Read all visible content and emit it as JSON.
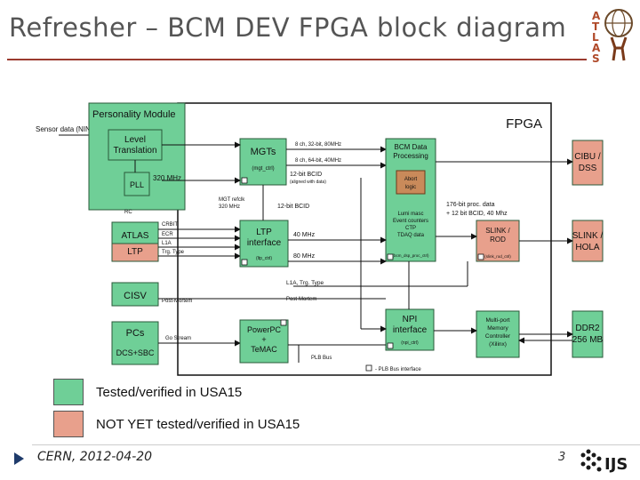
{
  "slide": {
    "title": "Refresher – BCM DEV FPGA block diagram",
    "footer": "CERN, 2012-04-20",
    "page_number": "3",
    "logo_atlas": "ATLAS",
    "logo_ijs": "IJS"
  },
  "colors": {
    "green": "#6fcf97",
    "salmon": "#e8a08c",
    "title_rule": "#9b3a2f"
  },
  "legend": {
    "tested": "Tested/verified in USA15",
    "not_tested": "NOT YET tested/verified in USA15"
  },
  "diagram": {
    "fpga_label": "FPGA",
    "sensor": "Sensor data (NINO)",
    "personality": "Personality Module",
    "level1": "Level",
    "level2": "Translation",
    "pll": "PLL",
    "mhz320": "320 MHz",
    "rc": "RC",
    "mgts": "MGTs",
    "mgt_ctrl": "(mgt_ctrl)",
    "ch8": "8 ch, 32-bit, 80MHz",
    "ch8b": "8 ch, 64-bit, 40MHz",
    "bcid12": "12-bit BCID",
    "signed": "(aligned with data)",
    "mgt_refclk": "MGT refclk",
    "mgt_refclk2": "320 MHz",
    "bcid12b": "12-bit BCID",
    "bcm_data1": "BCM Data",
    "bcm_data2": "Processing",
    "abort1": "Abort",
    "abort2": "logic",
    "lumi1": "Lumi masc",
    "lumi2": "Event counters",
    "lumi3": "CTP",
    "lumi4": "TDAQ data",
    "bcm_ctrl": "(bcm_dsp_proc_ctrl)",
    "proc176": "176-bit proc. data",
    "proc176b": "+ 12 bit BCID, 40 Mhz",
    "cibu1": "CIBU /",
    "cibu2": "DSS",
    "slinkrod1": "SLINK /",
    "slinkrod2": "ROD",
    "slinkrod3": "(slink_rod_ctrl)",
    "slinkhola1": "SLINK /",
    "slinkhola2": "HOLA",
    "atlas_ltp1": "ATLAS",
    "atlas_ltp2": "LTP",
    "sig1": "CRBIT",
    "sig2": "ECR",
    "sig3": "L1A",
    "sig4": "Trg. Type",
    "ltp1": "LTP",
    "ltp2": "interface",
    "ltp_ctrl": "(ltp_ctrl)",
    "mhz40": "40 MHz",
    "mhz80": "80 MHz",
    "l1a": "L1A, Trg. Type",
    "cisv": "CISV",
    "post_mortem": "Post-Mortem",
    "post_mortem2": "Post-Mortem",
    "npi1": "NPI",
    "npi2": "interface",
    "npi_ctrl": "(npi_ctrl)",
    "ddr1": "DDR2",
    "ddr2": "256 MB",
    "mpmc1": "Multi-port",
    "mpmc2": "Memory",
    "mpmc3": "Controller",
    "mpmc4": "(Xilinx)",
    "pcs1": "PCs",
    "pcs2": "DCS+SBC",
    "go_stream": "Go Stream",
    "ppc1": "PowerPC",
    "ppc2": "+",
    "ppc3": "TeMAC",
    "plb_bus": "PLB Bus",
    "plb_iface": "- PLB Bus interface"
  }
}
